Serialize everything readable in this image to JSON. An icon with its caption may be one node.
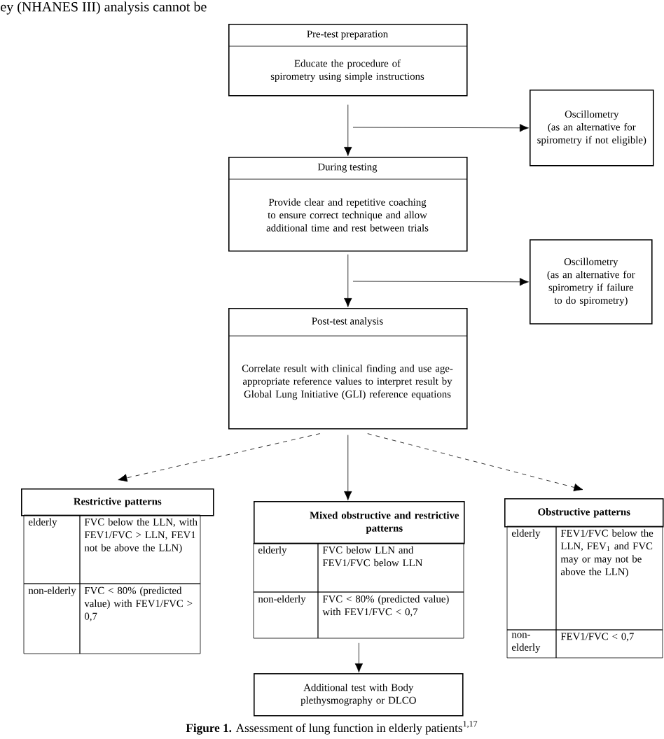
{
  "diagram": {
    "caption": "**Figure 1.** Assessment of lung function in elderly patients$^{1,17}$",
    "nodes": [
      {
        "text": [
          "Pre-test preparation",
          "Educate the procedure of spirometry using simple instructions"
        ]
      },
      {
        "text": [
          "Oscillometry",
          "(as an alternative for spirometry if not eligible)"
        ]
      },
      {
        "text": [
          "During testing",
          "Provide clear and repetitive coaching to ensure correct technique and allow additional time and rest between trials"
        ]
      },
      {
        "text": [
          "Oscillometry",
          "(as an alternative for spirometry if failure to do spirometry)"
        ]
      },
      {
        "text": [
          "Post-test analysis",
          "Correlate result with clinical finding and use age-appropriate reference values to interpret result by Global Lung Initiative (GLI) reference equations"
        ]
      },
      {
        "text": [
          "Restrictive patterns",
          "elderly",
          "FVC below the LLN, with FEV1/FVC > LLN, FEV1 not be above the LLN)",
          "non-elderly",
          "FVC < 80% (predicted value) with FEV1/FVC > 0,7"
        ]
      },
      {
        "text": [
          "Mixed obstructive and restrictive patterns",
          "elderly",
          "FVC below LLN and FEV1/FVC below LLN",
          "non-elderly",
          "FVC < 80% (predicted value) with FEV1/FVC < 0,7"
        ]
      },
      {
        "text": [
          "Obstructive patterns",
          "elderly",
          "FEV1/FVC below the LLN, FEV$_{1}$ and FVC may or may not be above the LLN)",
          "non-elderly",
          "FEV1/FVC < 0,7"
        ]
      },
      {
        "text": [
          "Additional test with Body plethysmography or DLCO"
        ]
      }
    ],
    "edges": [
      {
        "from": 0,
        "to": 2,
        "arrow": "to"
      },
      {
        "from": null,
        "to": 1,
        "arrow": "to"
      },
      {
        "from": 2,
        "to": 4,
        "arrow": "to"
      },
      {
        "from": null,
        "to": 3,
        "arrow": "to"
      },
      {
        "from": 4,
        "to": 5,
        "arrow": "to",
        "style": "dashed"
      },
      {
        "from": 4,
        "to": 6,
        "arrow": "to"
      },
      {
        "from": 4,
        "to": 7,
        "arrow": "to",
        "style": "dashed"
      },
      {
        "from": 6,
        "to": 8,
        "arrow": "to"
      }
    ],
    "labels": [
      "ey (NHANES III) analysis cannot be"
    ]
  }
}
